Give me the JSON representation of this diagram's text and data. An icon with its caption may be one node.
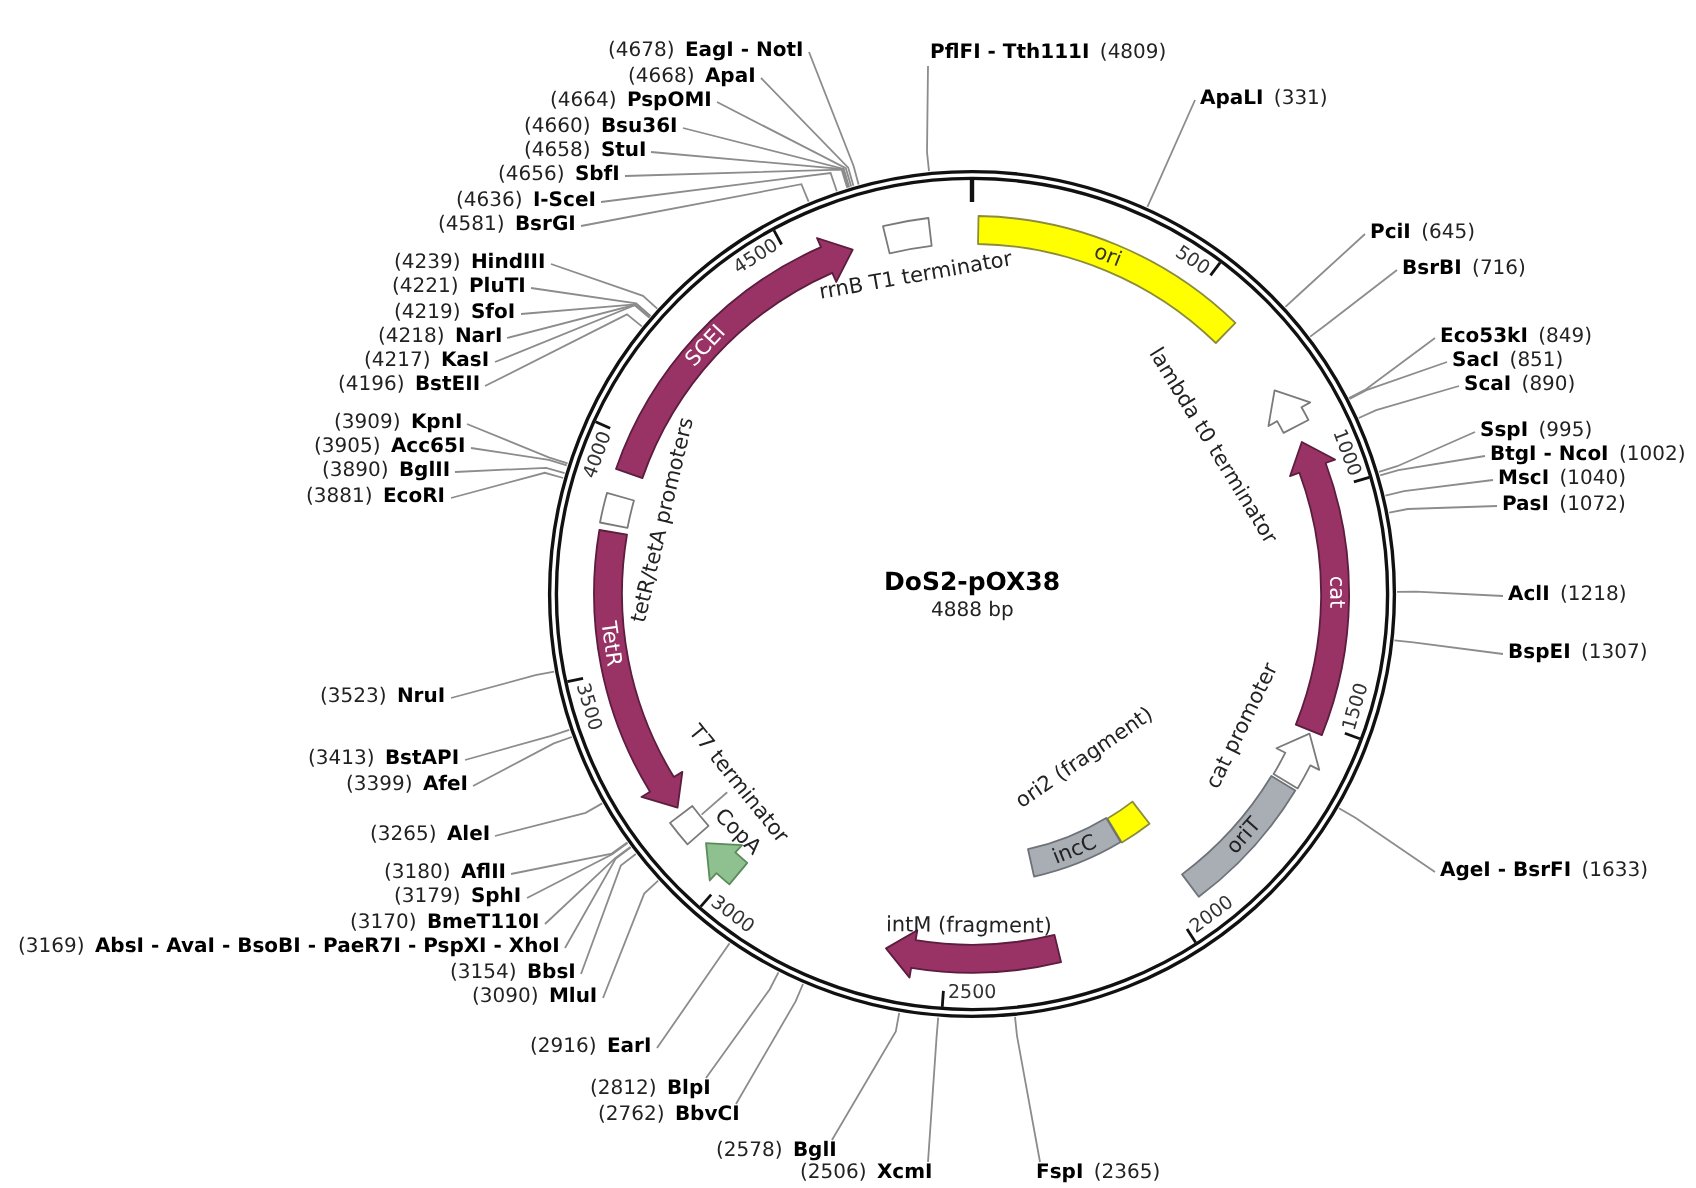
{
  "diagram": {
    "nodes": [
      {
        "text": [
          "DoS2-pOX38",
          "4888 bp"
        ]
      },
      {
        "text": [
          "ori"
        ],
        "in": 0
      },
      {
        "text": [
          "lambda t0 terminator"
        ],
        "in": 0
      },
      {
        "text": [
          "cat"
        ],
        "in": 0
      },
      {
        "text": [
          "cat promoter"
        ],
        "in": 0
      },
      {
        "text": [
          "oriT"
        ],
        "in": 0
      },
      {
        "text": [
          "ori2 (fragment)"
        ],
        "in": 0
      },
      {
        "text": [
          "incC"
        ],
        "in": 0
      },
      {
        "text": [
          "intM (fragment)"
        ],
        "in": 0
      },
      {
        "text": [
          "CopA"
        ],
        "in": 0
      },
      {
        "text": [
          "T7 terminator"
        ],
        "in": 0
      },
      {
        "text": [],
        "shape": "box",
        "in": 0
      },
      {
        "text": [
          "TetR"
        ],
        "in": 0
      },
      {
        "text": [
          "tetR/tetA promoters"
        ],
        "in": 0
      },
      {
        "text": [
          "SCEI"
        ],
        "in": 0
      },
      {
        "text": [
          "rrnB T1 terminator"
        ],
        "in": 0
      },
      {
        "text": [
          "**PflFI - Tth111I** (4809)"
        ]
      },
      {
        "text": [
          "**ApaLI** (331)"
        ]
      },
      {
        "text": [
          "**PciI** (645)"
        ]
      },
      {
        "text": [
          "**BsrBI** (716)"
        ]
      },
      {
        "text": [
          "**Eco53kI** (849)"
        ]
      },
      {
        "text": [
          "**SacI** (851)"
        ]
      },
      {
        "text": [
          "**ScaI** (890)"
        ]
      },
      {
        "text": [
          "**SspI** (995)"
        ]
      },
      {
        "text": [
          "**BtgI - NcoI** (1002)"
        ]
      },
      {
        "text": [
          "**MscI** (1040)"
        ]
      },
      {
        "text": [
          "**PasI** (1072)"
        ]
      },
      {
        "text": [
          "**AclI** (1218)"
        ]
      },
      {
        "text": [
          "**BspEI** (1307)"
        ]
      },
      {
        "text": [
          "**AgeI - BsrFI** (1633)"
        ]
      },
      {
        "text": [
          "**FspI** (2365)"
        ]
      },
      {
        "text": [
          "(2506) **XcmI**"
        ]
      },
      {
        "text": [
          "(2578) **BglI**"
        ]
      },
      {
        "text": [
          "(2762) **BbvCI**"
        ]
      },
      {
        "text": [
          "(2812) **BlpI**"
        ]
      },
      {
        "text": [
          "(2916) **EarI**"
        ]
      },
      {
        "text": [
          "(3090) **MluI**"
        ]
      },
      {
        "text": [
          "(3154) **BbsI**"
        ]
      },
      {
        "text": [
          "(3169) **AbsI - AvaI - BsoBI - PaeR7I - PspXI - XhoI**"
        ]
      },
      {
        "text": [
          "(3170) **BmeT110I**"
        ]
      },
      {
        "text": [
          "(3179) **SphI**"
        ]
      },
      {
        "text": [
          "(3180) **AflII**"
        ]
      },
      {
        "text": [
          "(3265) **AleI**"
        ]
      },
      {
        "text": [
          "(3399) **AfeI**"
        ]
      },
      {
        "text": [
          "(3413) **BstAPI**"
        ]
      },
      {
        "text": [
          "(3523) **NruI**"
        ]
      },
      {
        "text": [
          "(3881) **EcoRI**"
        ]
      },
      {
        "text": [
          "(3890) **BglII**"
        ]
      },
      {
        "text": [
          "(3905) **Acc65I**"
        ]
      },
      {
        "text": [
          "(3909) **KpnI**"
        ]
      },
      {
        "text": [
          "(4196) **BstEII**"
        ]
      },
      {
        "text": [
          "(4217) **KasI**"
        ]
      },
      {
        "text": [
          "(4218) **NarI**"
        ]
      },
      {
        "text": [
          "(4219) **SfoI**"
        ]
      },
      {
        "text": [
          "(4221) **PluTI**"
        ]
      },
      {
        "text": [
          "(4239) **HindIII**"
        ]
      },
      {
        "text": [
          "(4581) **BsrGI**"
        ]
      },
      {
        "text": [
          "(4636) **I-SceI**"
        ]
      },
      {
        "text": [
          "(4656) **SbfI**"
        ]
      },
      {
        "text": [
          "(4658) **StuI**"
        ]
      },
      {
        "text": [
          "(4660) **Bsu36I**"
        ]
      },
      {
        "text": [
          "(4664) **PspOMI**"
        ]
      },
      {
        "text": [
          "(4668) **ApaI**"
        ]
      },
      {
        "text": [
          "(4678) **EagI - NotI**"
        ]
      }
    ],
    "edges": [
      {
        "from": 16,
        "to": 0,
        "arrow": "none"
      },
      {
        "from": 17,
        "to": 0,
        "arrow": "none"
      },
      {
        "from": 18,
        "to": 0,
        "arrow": "none"
      },
      {
        "from": 19,
        "to": 0,
        "arrow": "none"
      },
      {
        "from": 20,
        "to": 0,
        "arrow": "none"
      },
      {
        "from": 21,
        "to": 0,
        "arrow": "none"
      },
      {
        "from": 22,
        "to": 0,
        "arrow": "none"
      },
      {
        "from": 23,
        "to": 0,
        "arrow": "none"
      },
      {
        "from": 24,
        "to": 0,
        "arrow": "none"
      },
      {
        "from": 25,
        "to": 0,
        "arrow": "none"
      },
      {
        "from": 26,
        "to": 0,
        "arrow": "none"
      },
      {
        "from": 27,
        "to": 0,
        "arrow": "none"
      },
      {
        "from": 28,
        "to": 0,
        "arrow": "none"
      },
      {
        "from": 29,
        "to": 0,
        "arrow": "none"
      },
      {
        "from": 30,
        "to": 0,
        "arrow": "none"
      },
      {
        "from": 31,
        "to": 0,
        "arrow": "none"
      },
      {
        "from": 32,
        "to": 0,
        "arrow": "none"
      },
      {
        "from": 33,
        "to": 0,
        "arrow": "none"
      },
      {
        "from": 34,
        "to": 0,
        "arrow": "none"
      },
      {
        "from": 35,
        "to": 0,
        "arrow": "none"
      },
      {
        "from": 36,
        "to": 0,
        "arrow": "none"
      },
      {
        "from": 37,
        "to": 0,
        "arrow": "none"
      },
      {
        "from": 38,
        "to": 0,
        "arrow": "none"
      },
      {
        "from": 39,
        "to": 0,
        "arrow": "none"
      },
      {
        "from": 40,
        "to": 0,
        "arrow": "none"
      },
      {
        "from": 41,
        "to": 0,
        "arrow": "none"
      },
      {
        "from": 42,
        "to": 0,
        "arrow": "none"
      },
      {
        "from": 43,
        "to": 0,
        "arrow": "none"
      },
      {
        "from": 44,
        "to": 0,
        "arrow": "none"
      },
      {
        "from": 45,
        "to": 0,
        "arrow": "none"
      },
      {
        "from": 46,
        "to": 0,
        "arrow": "none"
      },
      {
        "from": 47,
        "to": 0,
        "arrow": "none"
      },
      {
        "from": 48,
        "to": 0,
        "arrow": "none"
      },
      {
        "from": 49,
        "to": 0,
        "arrow": "none"
      },
      {
        "from": 50,
        "to": 0,
        "arrow": "none"
      },
      {
        "from": 51,
        "to": 0,
        "arrow": "none"
      },
      {
        "from": 52,
        "to": 0,
        "arrow": "none"
      },
      {
        "from": 53,
        "to": 0,
        "arrow": "none"
      },
      {
        "from": 54,
        "to": 0,
        "arrow": "none"
      },
      {
        "from": 55,
        "to": 0,
        "arrow": "none"
      },
      {
        "from": 56,
        "to": 0,
        "arrow": "none"
      },
      {
        "from": 57,
        "to": 0,
        "arrow": "none"
      },
      {
        "from": 58,
        "to": 0,
        "arrow": "none"
      },
      {
        "from": 59,
        "to": 0,
        "arrow": "none"
      },
      {
        "from": 60,
        "to": 0,
        "arrow": "none"
      },
      {
        "from": 61,
        "to": 0,
        "arrow": "none"
      },
      {
        "from": 62,
        "to": 0,
        "arrow": "none"
      },
      {
        "from": 63,
        "to": 0,
        "arrow": "none"
      },
      {
        "from": 10,
        "to": 11,
        "arrow": "none"
      }
    ],
    "labels": [
      "500",
      "1000",
      "1500",
      "2000",
      "2500",
      "3000",
      "3500",
      "4000",
      "4500"
    ]
  }
}
